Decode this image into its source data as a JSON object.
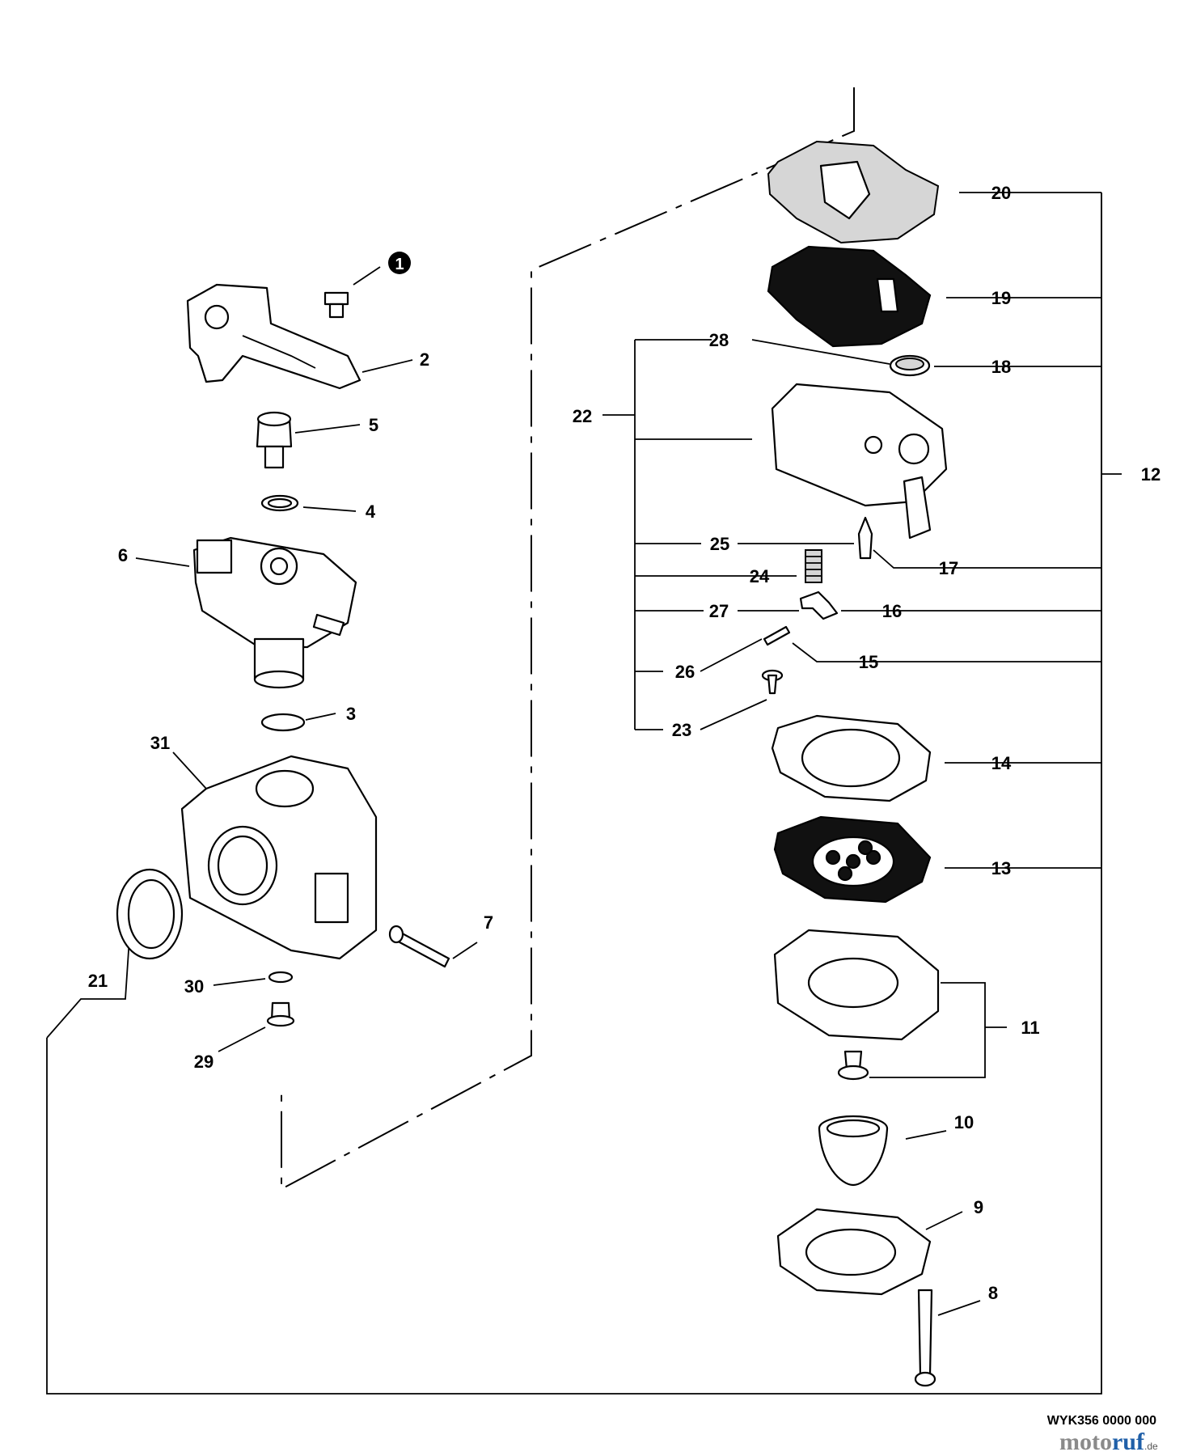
{
  "drawing_code": "WYK356 0000 000",
  "watermark": {
    "part1": "moto",
    "part2": "ruf",
    "suffix": ".de"
  },
  "callouts": {
    "n1": "1",
    "n2": "2",
    "n3": "3",
    "n4": "4",
    "n5": "5",
    "n6": "6",
    "n7": "7",
    "n8": "8",
    "n9": "9",
    "n10": "10",
    "n11": "11",
    "n12": "12",
    "n13": "13",
    "n14": "14",
    "n15": "15",
    "n16": "16",
    "n17": "17",
    "n18": "18",
    "n19": "19",
    "n20": "20",
    "n21": "21",
    "n22": "22",
    "n23": "23",
    "n24": "24",
    "n25": "25",
    "n26": "26",
    "n27": "27",
    "n28": "28",
    "n29": "29",
    "n30": "30",
    "n31": "31"
  }
}
